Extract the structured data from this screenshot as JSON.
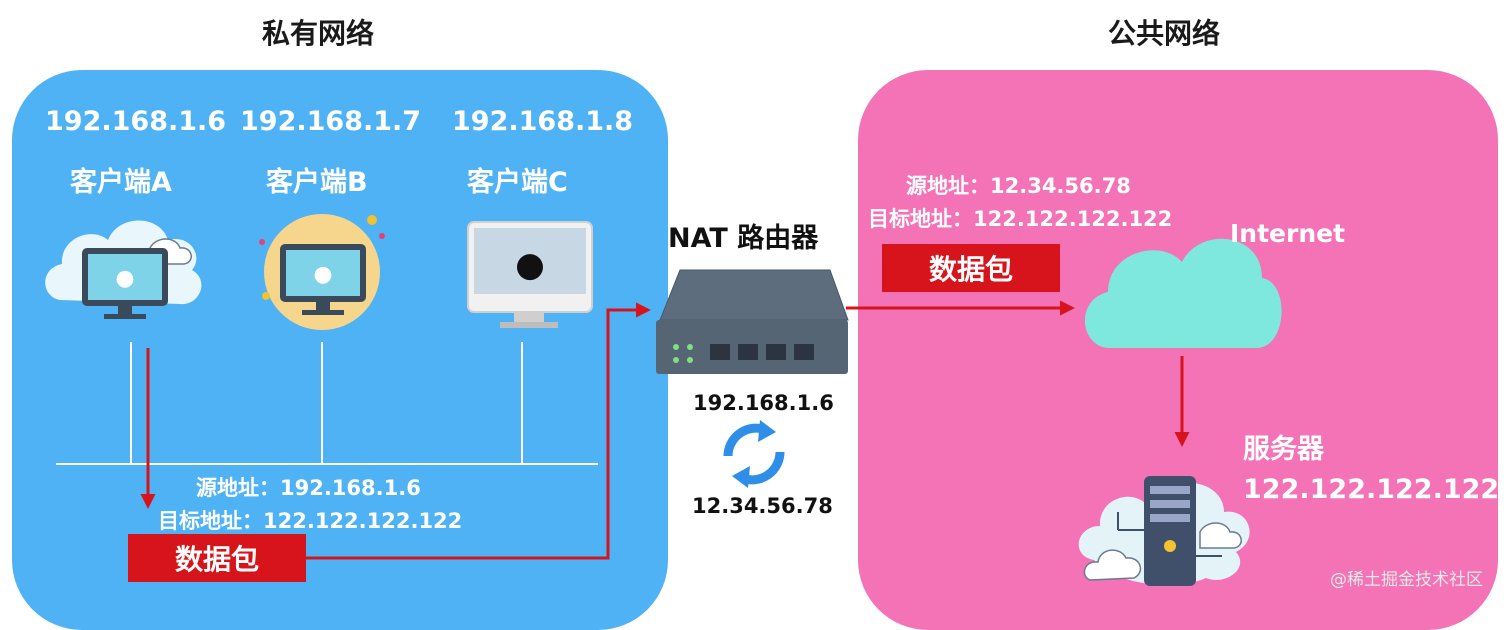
{
  "private_network": {
    "title": "私有网络",
    "clients": [
      {
        "ip": "192.168.1.6",
        "name": "客户端A",
        "icon": "monitor-cloud-icon"
      },
      {
        "ip": "192.168.1.7",
        "name": "客户端B",
        "icon": "monitor-sun-icon"
      },
      {
        "ip": "192.168.1.8",
        "name": "客户端C",
        "icon": "imac-icon"
      }
    ],
    "packet": {
      "src_label": "源地址：192.168.1.6",
      "dst_label": "目标地址：122.122.122.122",
      "label": "数据包"
    }
  },
  "router": {
    "title": "NAT 路由器",
    "inside_ip": "192.168.1.6",
    "outside_ip": "12.34.56.78",
    "icon": "router-icon",
    "swap_icon": "refresh-icon"
  },
  "public_network": {
    "title": "公共网络",
    "packet": {
      "src_label": "源地址：12.34.56.78",
      "dst_label": "目标地址：122.122.122.122",
      "label": "数据包"
    },
    "internet_label": "Internet",
    "server": {
      "name": "服务器",
      "ip": "122.122.122.122",
      "icon": "server-icon"
    }
  },
  "watermark": "@稀土掘金技术社区",
  "colors": {
    "private_bg": "#4fb2f5",
    "public_bg": "#f472b6",
    "packet_red": "#d7141b",
    "arrow_red": "#d7141b",
    "cloud_teal": "#7ee8df"
  }
}
